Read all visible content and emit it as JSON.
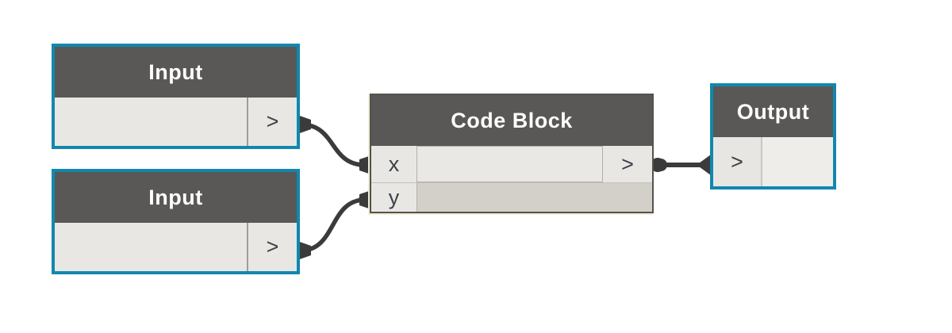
{
  "colors": {
    "background": "#ffffff",
    "node_header": "#595856",
    "selected_border": "#1287ae",
    "body_light": "#e9e7e3",
    "body_dark": "#d3d0c9",
    "wire": "#3b3b3b",
    "port_text": "#3c4149",
    "title_text": "#fdfdfd"
  },
  "nodes": {
    "input1": {
      "title": "Input",
      "output_port_label": ">",
      "selected": true
    },
    "input2": {
      "title": "Input",
      "output_port_label": ">",
      "selected": true
    },
    "code_block": {
      "title": "Code Block",
      "input_ports": [
        {
          "label": "x"
        },
        {
          "label": "y"
        }
      ],
      "output_port_label": ">",
      "selected": false
    },
    "output": {
      "title": "Output",
      "input_port_label": ">",
      "selected": true
    }
  },
  "wires": [
    {
      "name": "input1-to-code-block-x"
    },
    {
      "name": "input2-to-code-block-y"
    },
    {
      "name": "code-block-to-output"
    }
  ]
}
